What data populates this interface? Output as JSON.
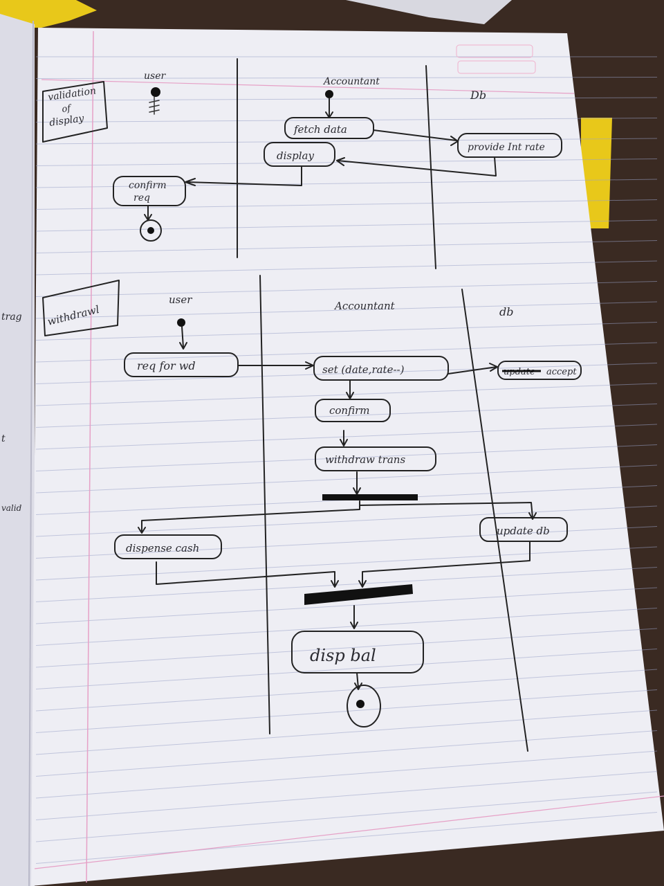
{
  "diagram1": {
    "title": [
      "validation",
      "of",
      "display"
    ],
    "lanes": {
      "user": "user",
      "accountant": "Accountant",
      "db": "Db"
    },
    "actions": {
      "fetch": "fetch data",
      "provide": "provide Int rate",
      "display": "display",
      "confirm": [
        "confirm",
        "req"
      ]
    }
  },
  "diagram2": {
    "title": "withdrawl",
    "lanes": {
      "user": "user",
      "accountant": "Accountant",
      "db": "db"
    },
    "actions": {
      "req": "req for wd",
      "set": "set (date,rate--)",
      "accept_struck": "update",
      "accept": "accept",
      "confirm": "confirm",
      "withdraw": "withdraw trans",
      "dispense": "dispense cash",
      "update": "update db",
      "disp": "disp bal"
    }
  },
  "margin_fragments": [
    "trag",
    "t",
    "valid"
  ],
  "colors": {
    "paper": "#eeeef4",
    "rule": "#9aa2c8",
    "margin": "#e6a0c6",
    "ink": "#222222",
    "table": "#3a2a22",
    "folder": "#e8c81a"
  }
}
